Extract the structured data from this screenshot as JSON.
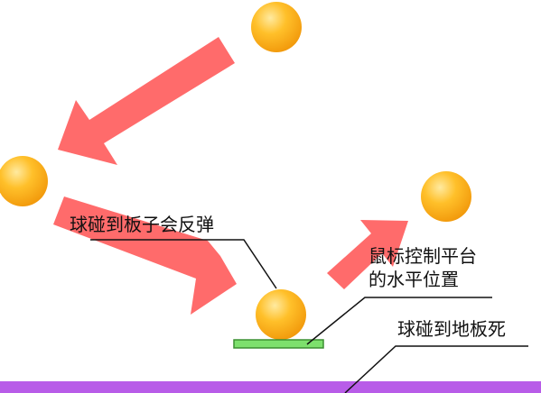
{
  "colors": {
    "background": "#ffffff",
    "arrow": "#ff6b6b",
    "ball_light": "#ffeaa0",
    "ball_mid": "#ffc02a",
    "ball_dark": "#f29a0c",
    "paddle_fill": "#7de06d",
    "paddle_stroke": "#3c8f32",
    "floor": "#b85ce8",
    "callout_line": "#111111",
    "text": "#111111"
  },
  "icons": {
    "ball": "orange-sphere",
    "arrow": "red-block-arrow",
    "paddle": "green-bar",
    "floor": "purple-strip"
  },
  "labels": {
    "bounce": "球碰到板子会反弹",
    "mouse_line1": "鼠标控制平台",
    "mouse_line2": "的水平位置",
    "floor": "球碰到地板死"
  }
}
